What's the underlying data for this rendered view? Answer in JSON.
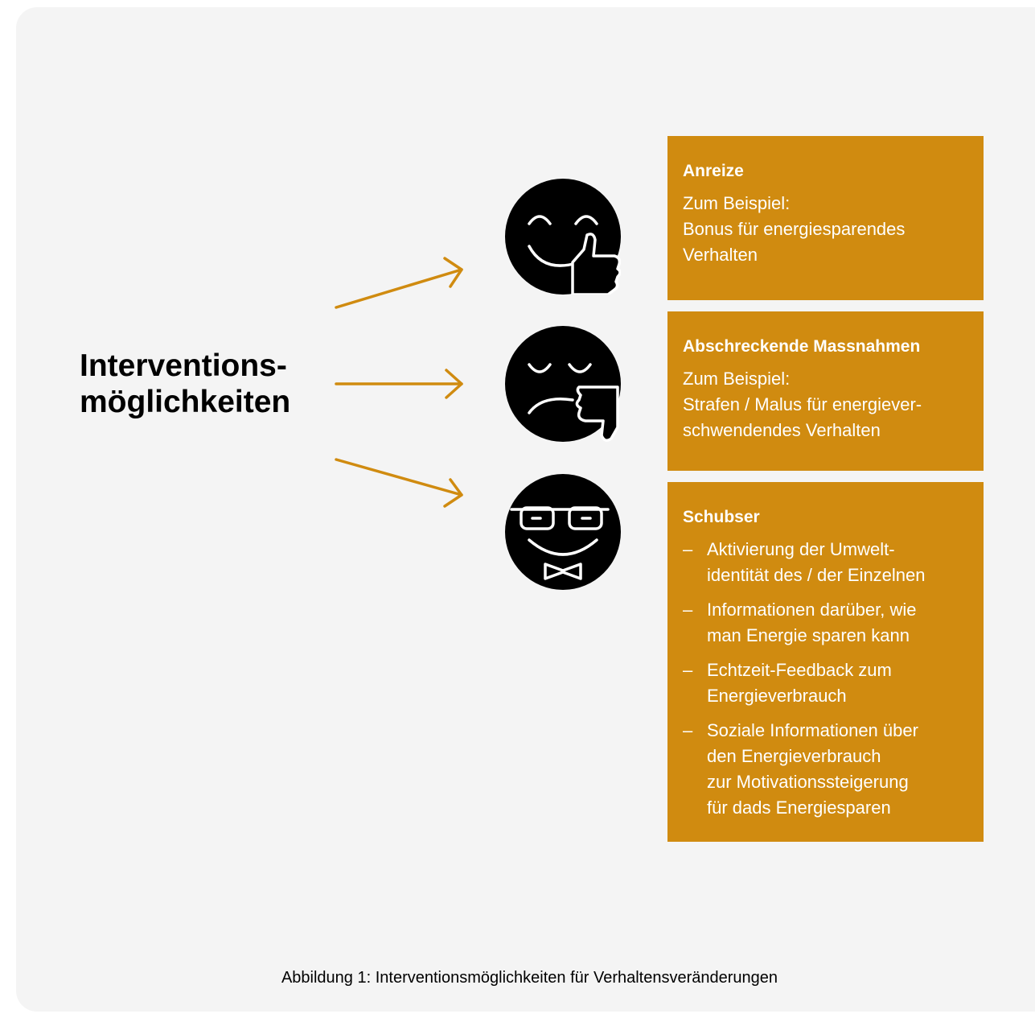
{
  "title": {
    "line1": "Interventions-",
    "line2": "möglichkeiten"
  },
  "colors": {
    "accent": "#d08b10",
    "panel_background": "#f4f4f4",
    "icon": "#000000",
    "text": "#000000",
    "box_text": "#ffffff"
  },
  "faces": [
    {
      "icon": "smiling-face-thumbs-up-icon"
    },
    {
      "icon": "sad-face-thumbs-down-icon"
    },
    {
      "icon": "face-with-glasses-and-bow-tie-icon"
    }
  ],
  "boxes": [
    {
      "heading": "Anreize",
      "lines": [
        "Zum Beispiel:",
        "Bonus für energiesparendes",
        "Verhalten"
      ]
    },
    {
      "heading": "Abschreckende Massnahmen",
      "lines": [
        "Zum Beispiel:",
        "Strafen / Malus für energiever-",
        "schwendendes Verhalten"
      ]
    },
    {
      "heading": "Schubser",
      "bullet_marker": "–",
      "bullets": [
        [
          "Aktivierung der Umwelt-",
          "identität des / der Einzelnen"
        ],
        [
          "Informationen darüber, wie",
          "man Energie sparen kann"
        ],
        [
          "Echtzeit-Feedback zum",
          "Energieverbrauch"
        ],
        [
          "Soziale Informationen über",
          "den Energieverbrauch",
          "zur Motivationssteigerung",
          "für dads Energiesparen"
        ]
      ]
    }
  ],
  "caption": "Abbildung 1: Interventionsmöglichkeiten für Verhaltensveränderungen"
}
